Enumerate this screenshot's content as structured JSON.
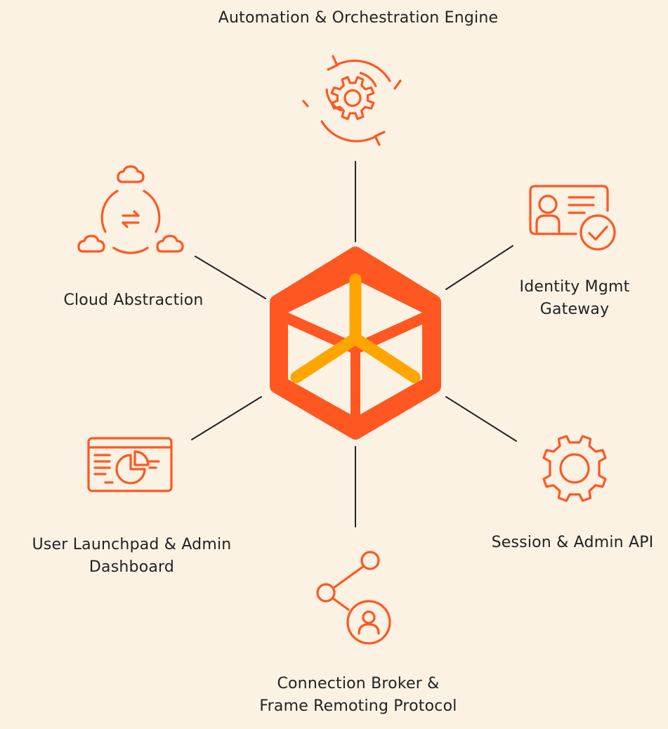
{
  "colors": {
    "background": "#FBF2E4",
    "accent": "#FF5722",
    "accent_inner": "#FFA500",
    "connector": "#222222",
    "text": "#222222"
  },
  "center": {
    "icon": "cube-icon"
  },
  "nodes": {
    "top": {
      "icon": "gear-cycle-icon",
      "lines": [
        "Automation & Orchestration Engine"
      ]
    },
    "upper_right": {
      "icon": "id-card-check-icon",
      "lines": [
        "Identity Mgmt",
        "Gateway"
      ]
    },
    "lower_right": {
      "icon": "gear-icon",
      "lines": [
        "Session & Admin API"
      ]
    },
    "bottom": {
      "icon": "share-user-icon",
      "lines": [
        "Connection Broker &",
        "Frame Remoting Protocol"
      ]
    },
    "lower_left": {
      "icon": "dashboard-chart-icon",
      "lines": [
        "User Launchpad & Admin",
        "Dashboard"
      ]
    },
    "upper_left": {
      "icon": "cloud-exchange-icon",
      "lines": [
        "Cloud Abstraction"
      ]
    }
  }
}
